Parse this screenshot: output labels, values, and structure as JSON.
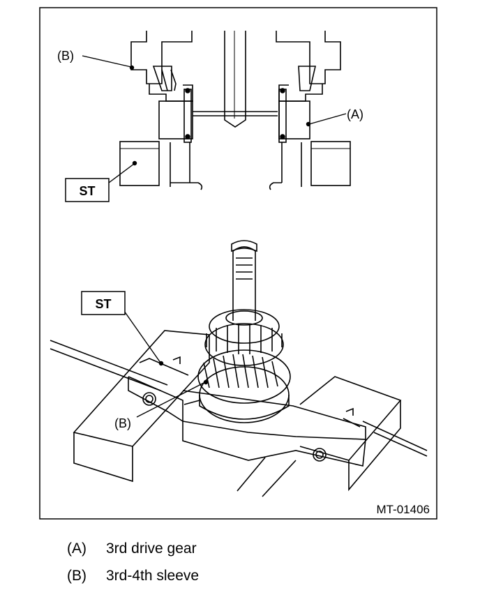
{
  "figure": {
    "code": "MT-01406",
    "labels": {
      "a": "(A)",
      "b_top": "(B)",
      "b_bottom": "(B)",
      "st_top": "ST",
      "st_bottom": "ST"
    }
  },
  "legend": [
    {
      "key": "(A)",
      "text": "3rd drive gear"
    },
    {
      "key": "(B)",
      "text": "3rd-4th sleeve"
    }
  ]
}
